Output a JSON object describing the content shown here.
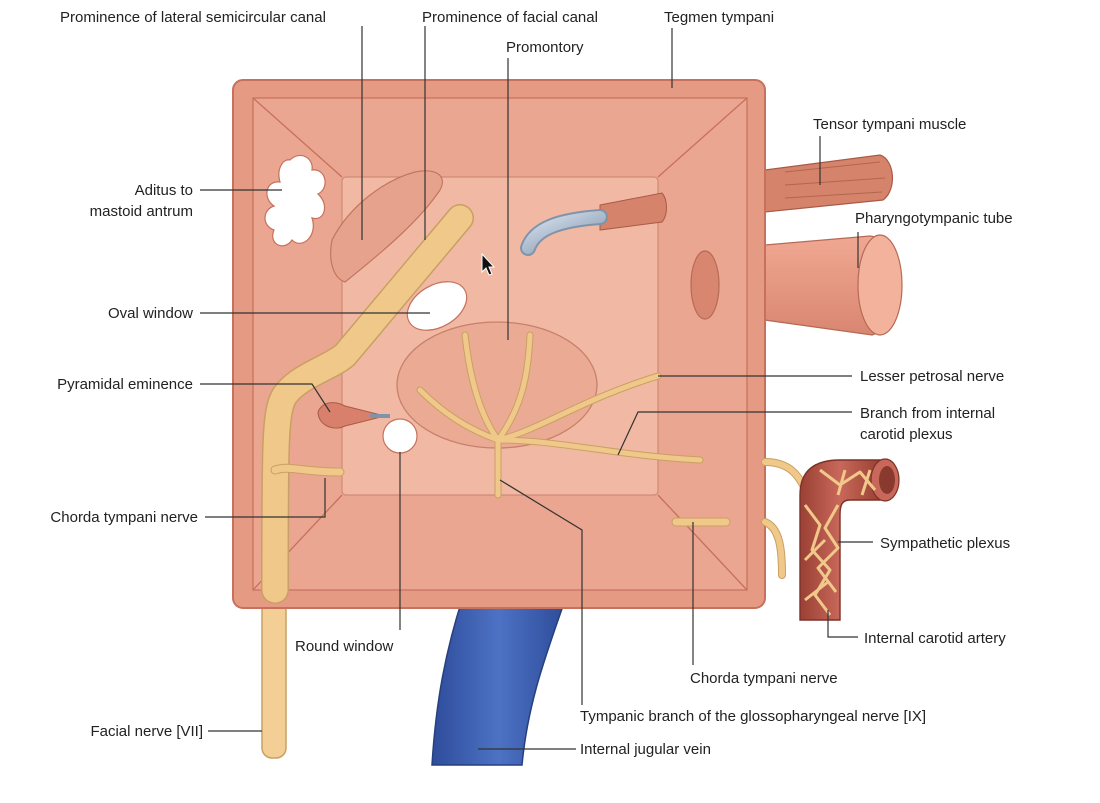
{
  "labels": {
    "prominence_lateral_semicircular_canal": "Prominence of lateral semicircular canal",
    "prominence_facial_canal": "Prominence of facial canal",
    "tegmen_tympani": "Tegmen tympani",
    "promontory": "Promontory",
    "tensor_tympani_muscle": "Tensor tympani muscle",
    "aditus_line1": "Aditus to",
    "aditus_line2": "mastoid antrum",
    "pharyngotympanic_tube": "Pharyngotympanic tube",
    "oval_window": "Oval window",
    "lesser_petrosal_nerve": "Lesser petrosal nerve",
    "pyramidal_eminence": "Pyramidal eminence",
    "branch_internal_carotid_line1": "Branch from internal",
    "branch_internal_carotid_line2": "carotid plexus",
    "chorda_tympani_nerve_left": "Chorda tympani nerve",
    "sympathetic_plexus": "Sympathetic plexus",
    "round_window": "Round window",
    "internal_carotid_artery": "Internal carotid artery",
    "chorda_tympani_nerve_right": "Chorda tympani nerve",
    "facial_nerve": "Facial nerve [VII]",
    "tympanic_branch_glossopharyngeal": "Tympanic branch of the glossopharyngeal nerve [IX]",
    "internal_jugular_vein": "Internal jugular vein"
  },
  "colors": {
    "wall_frame": "#e59a84",
    "wall_inner": "#e9a690",
    "wall_back": "#f1b9a3",
    "edge": "#c7705c",
    "nerve": "#f0c88a",
    "vein": "#3f63b4",
    "artery": "#b45245",
    "muscle": "#cf7f66"
  },
  "icons": {
    "cursor": "mouse-pointer-icon"
  }
}
